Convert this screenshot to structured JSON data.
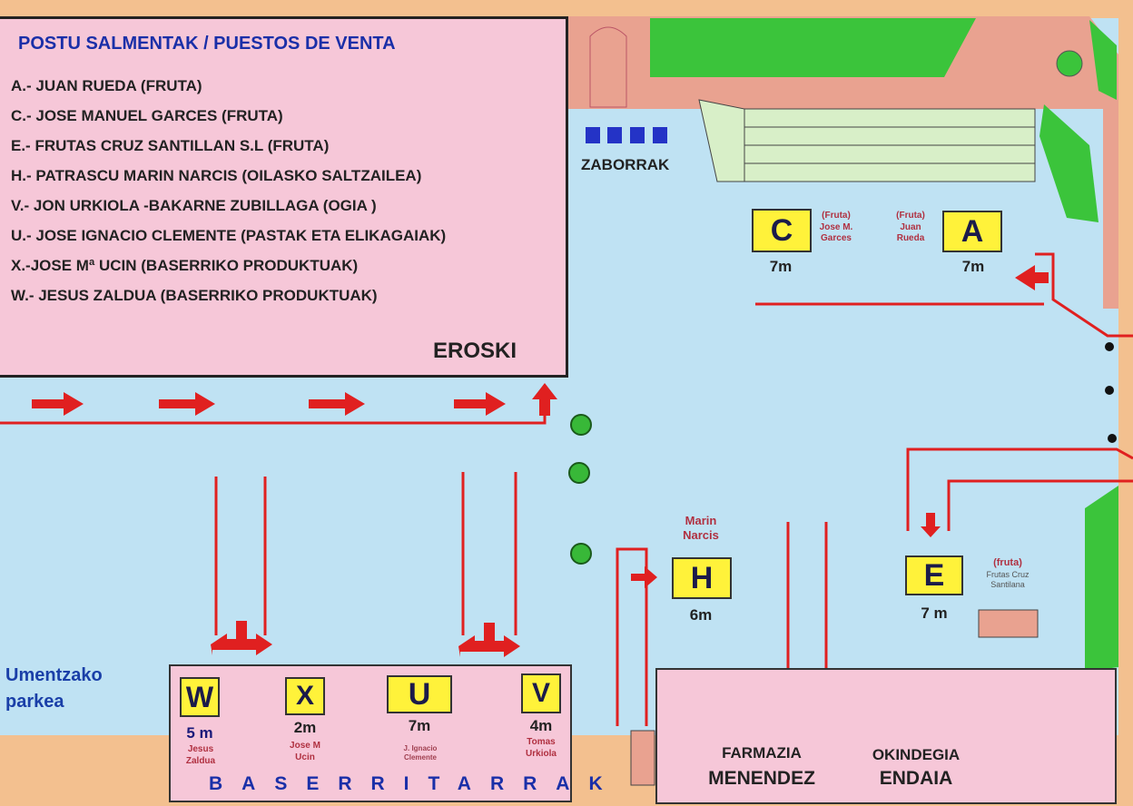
{
  "legend": {
    "title": "POSTU SALMENTAK /  PUESTOS DE VENTA",
    "items": [
      "A.- JUAN RUEDA (FRUTA)",
      "C.- JOSE MANUEL GARCES (FRUTA)",
      "E.- FRUTAS CRUZ SANTILLAN S.L (FRUTA)",
      "H.- PATRASCU MARIN NARCIS (OILASKO SALTZAILEA)",
      "V.- JON URKIOLA -BAKARNE ZUBILLAGA (OGIA )",
      "U.- JOSE IGNACIO CLEMENTE (PASTAK ETA ELIKAGAIAK)",
      "X.-JOSE Mª UCIN  (BASERRIKO PRODUKTUAK)",
      "W.- JESUS ZALDUA  (BASERRIKO PRODUKTUAK)"
    ],
    "building": "EROSKI"
  },
  "zaborrak": "ZABORRAK",
  "stalls": {
    "C": {
      "letter": "C",
      "size": "7m",
      "owner1": "(Fruta)",
      "owner2": "Jose M.",
      "owner3": "Garces"
    },
    "A": {
      "letter": "A",
      "size": "7m",
      "owner1": "(Fruta)",
      "owner2": "Juan",
      "owner3": "Rueda"
    },
    "H": {
      "letter": "H",
      "size": "6m",
      "owner1": "Marin",
      "owner2": "Narcis"
    },
    "E": {
      "letter": "E",
      "size": "7 m",
      "owner1": "(fruta)",
      "owner2": "Frutas Cruz",
      "owner3": "Santilana"
    },
    "W": {
      "letter": "W",
      "size": "5 m",
      "owner1": "Jesus",
      "owner2": "Zaldua"
    },
    "X": {
      "letter": "X",
      "size": "2m",
      "owner1": "Jose M",
      "owner2": "Ucin"
    },
    "U": {
      "letter": "U",
      "size": "7m",
      "owner1": "J. Ignacio",
      "owner2": "Clemente"
    },
    "V": {
      "letter": "V",
      "size": "4m",
      "owner1": "Tomas",
      "owner2": "Urkiola"
    }
  },
  "baserritarrak": "BASERRITARRAK",
  "park": {
    "line1": "Umentzako",
    "line2": "parkea"
  },
  "shops": {
    "farmazia1": "FARMAZIA",
    "farmazia2": "MENENDEZ",
    "okindegia1": "OKINDEGIA",
    "okindegia2": "ENDAIA"
  },
  "colors": {
    "plaza": "#bfe2f3",
    "pink": "#f6c7d8",
    "stall": "#fff23a",
    "arrow": "#e02020",
    "green": "#38b838"
  }
}
